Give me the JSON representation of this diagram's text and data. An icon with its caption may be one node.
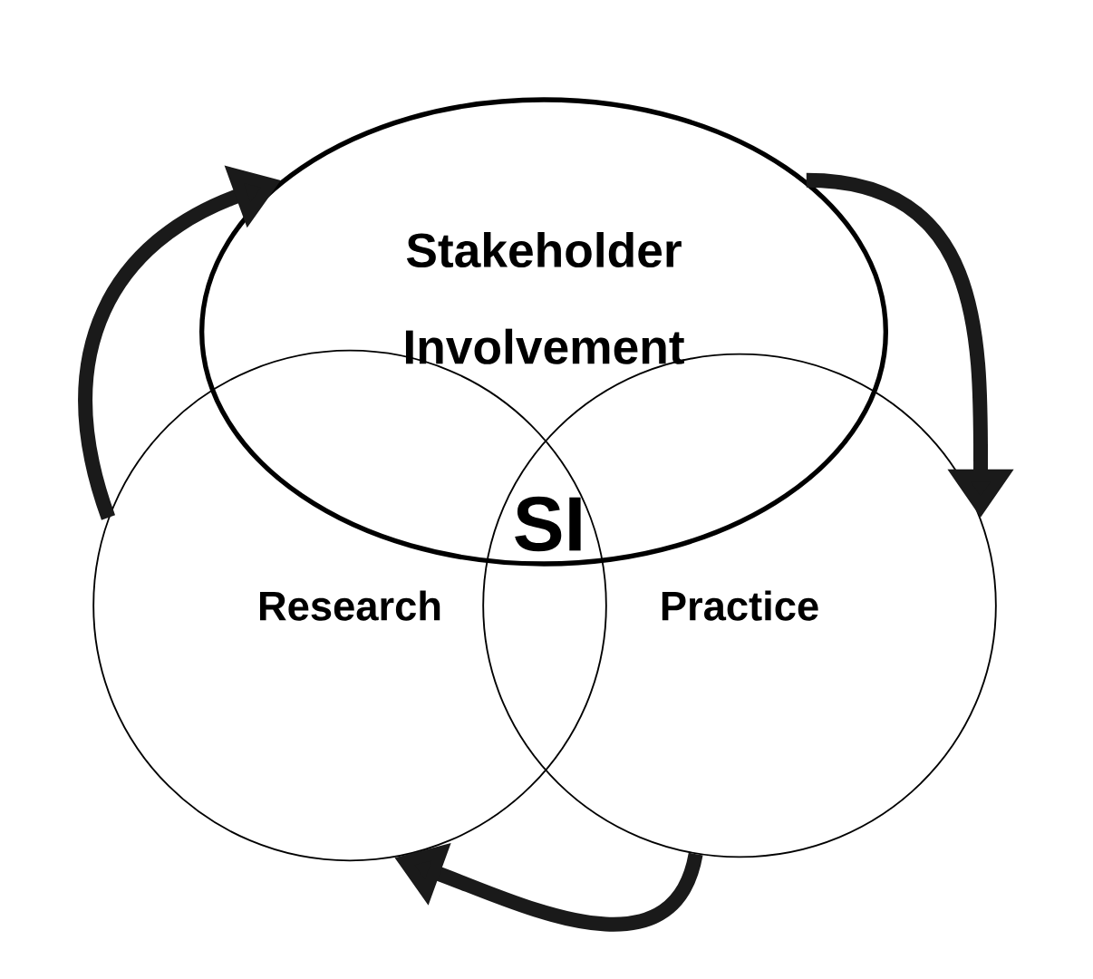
{
  "diagram": {
    "nodes": [
      {
        "text": [
          "Stakeholder Involvement"
        ]
      },
      {
        "text": [
          "Research"
        ]
      },
      {
        "text": [
          "Practice"
        ]
      }
    ],
    "edges": [
      {
        "from": 1,
        "to": 0,
        "arrow": "to"
      },
      {
        "from": 0,
        "to": 2,
        "arrow": "to"
      },
      {
        "from": 2,
        "to": 1,
        "arrow": "to"
      }
    ],
    "labels": [
      "SI"
    ]
  }
}
